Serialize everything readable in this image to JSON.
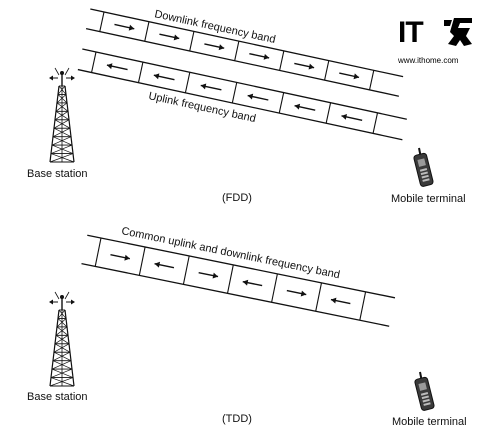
{
  "fdd": {
    "downlink_label": "Downlink frequency band",
    "uplink_label": "Uplink frequency band",
    "caption": "(FDD)",
    "base_station_label": "Base station",
    "mobile_label": "Mobile terminal",
    "downlink_arrows": [
      "right",
      "right",
      "right",
      "right",
      "right",
      "right"
    ],
    "uplink_arrows": [
      "left",
      "left",
      "left",
      "left",
      "left",
      "left"
    ]
  },
  "tdd": {
    "band_label": "Common uplink and downlink frequency band",
    "caption": "(TDD)",
    "base_station_label": "Base station",
    "mobile_label": "Mobile terminal",
    "arrows": [
      "right",
      "left",
      "right",
      "left",
      "right",
      "left"
    ]
  },
  "logo": {
    "brand": "IT",
    "url": "www.ithome.com",
    "mark_icon": "ithome-mark-icon"
  },
  "colors": {
    "ink": "#111111",
    "background": "#ffffff"
  }
}
